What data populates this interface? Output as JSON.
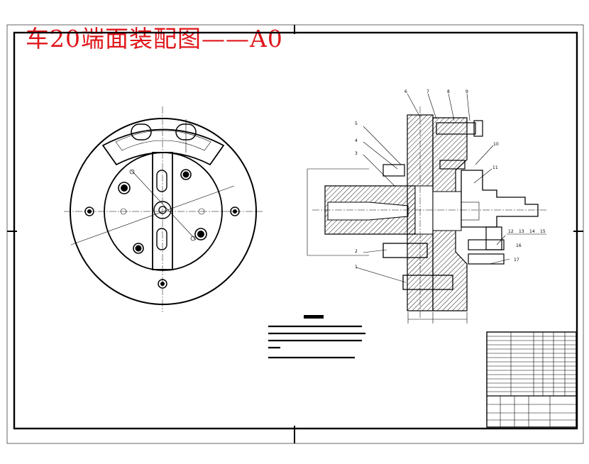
{
  "title": "车20端面装配图——A0",
  "colors": {
    "title": "#e0161b",
    "line": "#000000",
    "background": "#ffffff"
  },
  "balloons": [
    "1",
    "2",
    "3",
    "4",
    "5",
    "6",
    "7",
    "8",
    "9",
    "10",
    "11",
    "12",
    "13",
    "14",
    "15",
    "16",
    "17"
  ]
}
